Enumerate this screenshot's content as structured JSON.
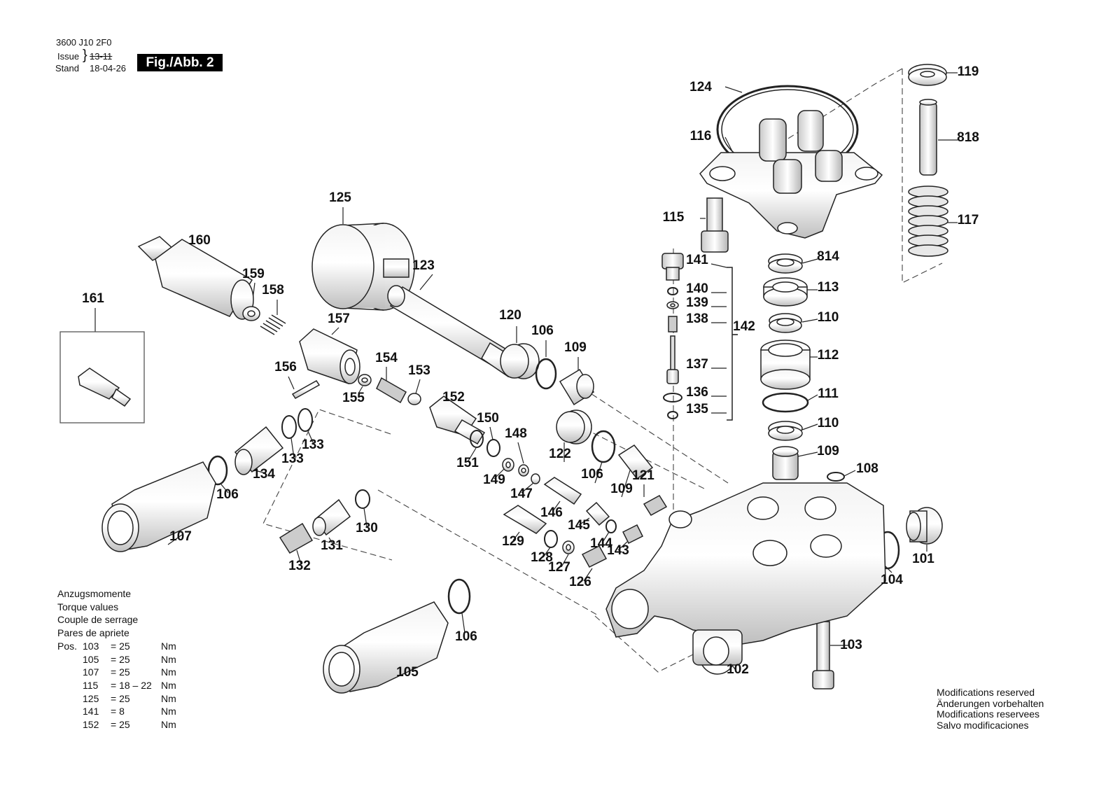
{
  "header": {
    "doc_number": "3600 J10 2F0",
    "issue_label": "Issue",
    "issue_value": "13-11",
    "stand_label": "Stand",
    "stand_value": "18-04-26",
    "figure_label": "Fig./Abb. 2"
  },
  "torque": {
    "titles": [
      "Anzugsmomente",
      "Torque values",
      "Couple de serrage",
      "Pares de apriete"
    ],
    "pos_label": "Pos.",
    "rows": [
      {
        "pos": "103",
        "value": "= 25",
        "unit": "Nm"
      },
      {
        "pos": "105",
        "value": "= 25",
        "unit": "Nm"
      },
      {
        "pos": "107",
        "value": "= 25",
        "unit": "Nm"
      },
      {
        "pos": "115",
        "value": "= 18 – 22",
        "unit": "Nm"
      },
      {
        "pos": "125",
        "value": "= 25",
        "unit": "Nm"
      },
      {
        "pos": "141",
        "value": "=  8",
        "unit": "Nm"
      },
      {
        "pos": "152",
        "value": "= 25",
        "unit": "Nm"
      }
    ]
  },
  "notice": [
    "Modifications reserved",
    "Änderungen vorbehalten",
    "Modifications reservees",
    "Salvo modificaciones"
  ],
  "part_labels": [
    "119",
    "124",
    "818",
    "116",
    "117",
    "115",
    "814",
    "113",
    "110",
    "112",
    "111",
    "110",
    "109",
    "108",
    "101",
    "104",
    "103",
    "102",
    "125",
    "160",
    "159",
    "158",
    "123",
    "120",
    "106",
    "109",
    "161",
    "157",
    "154",
    "153",
    "152",
    "156",
    "155",
    "150",
    "148",
    "122",
    "106",
    "121",
    "109",
    "151",
    "149",
    "147",
    "146",
    "145",
    "144",
    "143",
    "129",
    "128",
    "127",
    "126",
    "133",
    "133",
    "134",
    "106",
    "107",
    "130",
    "131",
    "132",
    "106",
    "105",
    "141",
    "140",
    "139",
    "138",
    "142",
    "137",
    "136",
    "135"
  ],
  "colors": {
    "ink": "#111111",
    "line": "#222222",
    "shade": "#d9d9d9",
    "mid": "#bdbdbd"
  }
}
